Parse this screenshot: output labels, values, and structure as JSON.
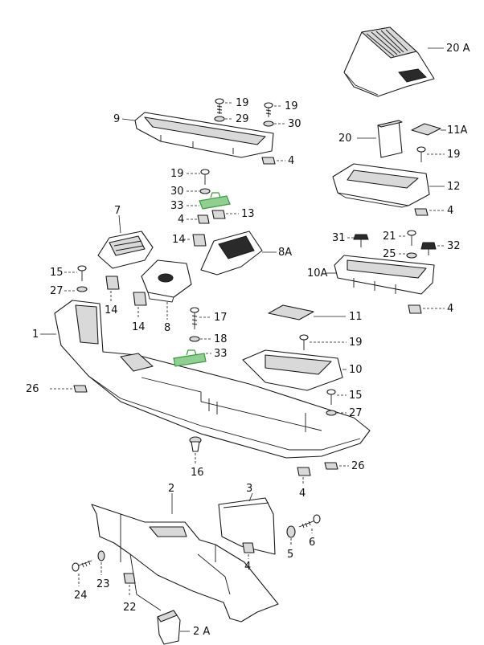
{
  "diagram": {
    "type": "exploded-parts-diagram",
    "accent_color": "#3a9a3a",
    "callouts": {
      "c20a": "20 A",
      "c19a": "19",
      "c19b": "19",
      "c9": "9",
      "c29": "29",
      "c30a": "30",
      "c4a": "4",
      "c20": "20",
      "c11a": "11A",
      "c19c": "19",
      "c19d": "19",
      "c12": "12",
      "c30b": "30",
      "c33a": "33",
      "c13": "13",
      "c4b": "4",
      "c4c": "4",
      "c7": "7",
      "c14a": "14",
      "c8a": "8A",
      "c31": "31",
      "c21": "21",
      "c25": "25",
      "c32": "32",
      "c15a": "15",
      "c10a": "10A",
      "c27a": "27",
      "c14b": "14",
      "c14c": "14",
      "c8": "8",
      "c4d": "4",
      "c1": "1",
      "c17": "17",
      "c11": "11",
      "c18": "18",
      "c19e": "19",
      "c33b": "33",
      "c10": "10",
      "c26a": "26",
      "c15b": "15",
      "c27b": "27",
      "c16": "16",
      "c26b": "26",
      "c4e": "4",
      "c2": "2",
      "c3": "3",
      "c5": "5",
      "c6": "6",
      "c4f": "4",
      "c24": "24",
      "c23": "23",
      "c22": "22",
      "c2a": "2 A"
    }
  }
}
